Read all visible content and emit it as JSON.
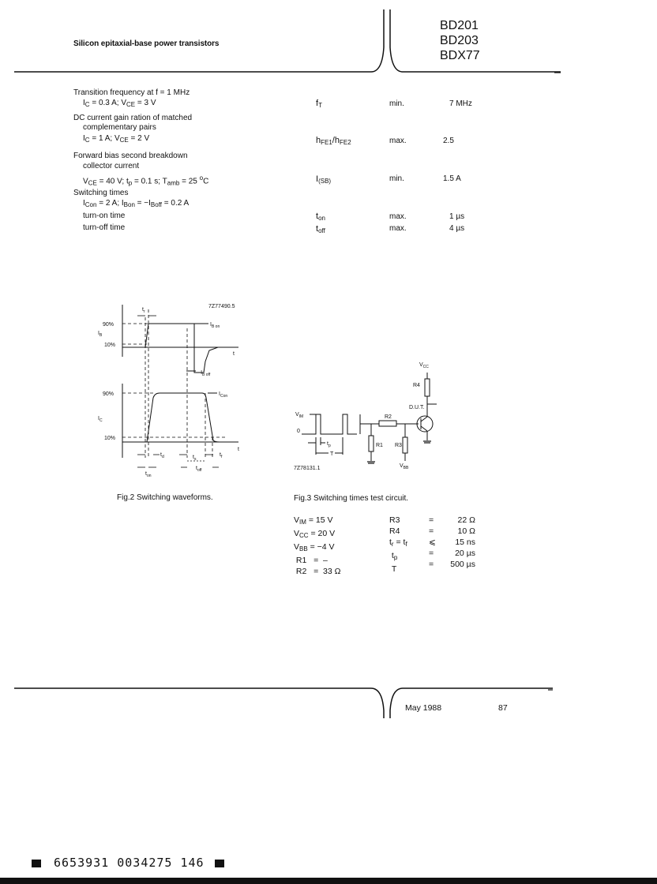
{
  "header": {
    "title": "Silicon epitaxial-base power transistors",
    "part_numbers": [
      "BD201",
      "BD203",
      "BDX77"
    ]
  },
  "specs": [
    {
      "param": "Transition frequency at f = 1 MHz",
      "cond": "I_C = 0.3 A; V_CE = 3 V",
      "symbol": "f_T",
      "qual": "min.",
      "value": "7 MHz"
    },
    {
      "param": "DC current gain ration of matched",
      "param2": "complementary pairs",
      "cond": "I_C = 1 A; V_CE = 2 V",
      "symbol": "h_FE1/h_FE2",
      "qual": "max.",
      "value": "2.5"
    },
    {
      "param": "Forward bias second breakdown",
      "param2": "collector current",
      "cond": "V_CE = 40 V; t_p = 0.1 s; T_amb = 25 °C",
      "symbol": "I_(SB)",
      "qual": "min.",
      "value": "1.5 A"
    },
    {
      "param": "Switching times",
      "cond": "I_Con = 2 A; I_Bon = −I_Boff = 0.2 A"
    },
    {
      "param": "turn-on time",
      "symbol": "t_on",
      "qual": "max.",
      "value": "1 µs"
    },
    {
      "param": "turn-off time",
      "symbol": "t_off",
      "qual": "max.",
      "value": "4 µs"
    }
  ],
  "fig2": {
    "code": "7Z77490.5",
    "caption": "Fig.2  Switching waveforms.",
    "labels": {
      "tr": "t",
      "tr_sub": "r",
      "p90": "90%",
      "p10": "10%",
      "IB": "I",
      "IB_sub": "B",
      "IBon": "I",
      "IBon_sub": "B on",
      "IBoff": "−I",
      "IBoff_sub": "B off",
      "t": "t",
      "IC": "I",
      "IC_sub": "C",
      "ICon": "I",
      "ICon_sub": "Con",
      "td": "t",
      "td_sub": "d",
      "ts": "t",
      "ts_sub": "s",
      "tf": "t",
      "tf_sub": "f",
      "ton": "t",
      "ton_sub": "on",
      "toff": "t",
      "toff_sub": "off"
    }
  },
  "fig3": {
    "code": "7Z78131.1",
    "caption": "Fig.3  Switching times test circuit.",
    "labels": {
      "VIM": "V",
      "VIM_sub": "IM",
      "zero": "0",
      "tp": "t",
      "tp_sub": "p",
      "T": "T",
      "R1": "R1",
      "R2": "R2",
      "R3": "R3",
      "R4": "R4",
      "DUT": "D.U.T.",
      "VCC": "V",
      "VCC_sub": "CC",
      "VBB": "V",
      "VBB_sub": "BB"
    }
  },
  "component_table": {
    "left": [
      "V_IM =  15 V",
      "V_CC =  20 V",
      "V_BB = −4 V",
      "R1  =  –",
      "R2  =  33 Ω"
    ],
    "right_names": [
      "R3",
      "R4",
      "t_r = t_f",
      "t_p",
      "T"
    ],
    "right_ops": [
      "=",
      "=",
      "⩽",
      "=",
      "="
    ],
    "right_values": [
      "22 Ω",
      "10 Ω",
      "15 ns",
      "20 µs",
      "500 µs"
    ]
  },
  "footer": {
    "date": "May 1988",
    "page": "87",
    "barcode": "6653931 0034275 146"
  }
}
